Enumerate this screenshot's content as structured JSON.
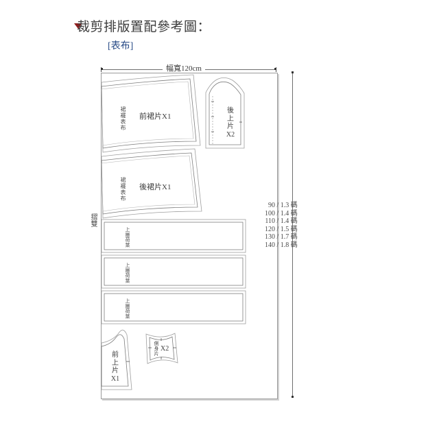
{
  "header": {
    "bullet_icon": "triangle-bullet-icon",
    "title": "裁剪排版置配參考圖：",
    "subtitle": "[表布]",
    "title_color": "#3b3b3b",
    "bullet_color": "#8f1d1d",
    "subtitle_color": "#274a86"
  },
  "dimensions": {
    "width_label": "幅寬120cm",
    "fold_label": "摺雙",
    "length_options": [
      "90 / 1.3 碼",
      "100 / 1.4 碼",
      "110 / 1.4 碼",
      "120 / 1.5 碼",
      "130 / 1.7 碼",
      "140 / 1.8 碼"
    ]
  },
  "pieces": [
    {
      "id": "front-skirt-panel",
      "name": "前裙片X1",
      "fabric_note": "裙襬表布"
    },
    {
      "id": "back-skirt-panel",
      "name": "後裙片X1",
      "fabric_note": "裙襬表布"
    },
    {
      "id": "back-bodice",
      "name_lines": [
        "後",
        "上",
        "片",
        "X2"
      ]
    },
    {
      "id": "front-bodice",
      "name_lines": [
        "前",
        "上",
        "片",
        "X1"
      ]
    },
    {
      "id": "ruffle-strip-1",
      "fabric_note": "上層荷葉"
    },
    {
      "id": "ruffle-strip-2",
      "fabric_note": "上層荷葉"
    },
    {
      "id": "ruffle-strip-3",
      "fabric_note": "上層荷葉"
    },
    {
      "id": "side-panel",
      "name": "X2",
      "fabric_note": "側身片"
    }
  ],
  "colors": {
    "outline": "#7d7d7d",
    "seam_line": "#9a9a9a",
    "sheet_border": "#9a9a9a",
    "sheet_shadow": "#d2d2d2",
    "background": "#ffffff"
  }
}
